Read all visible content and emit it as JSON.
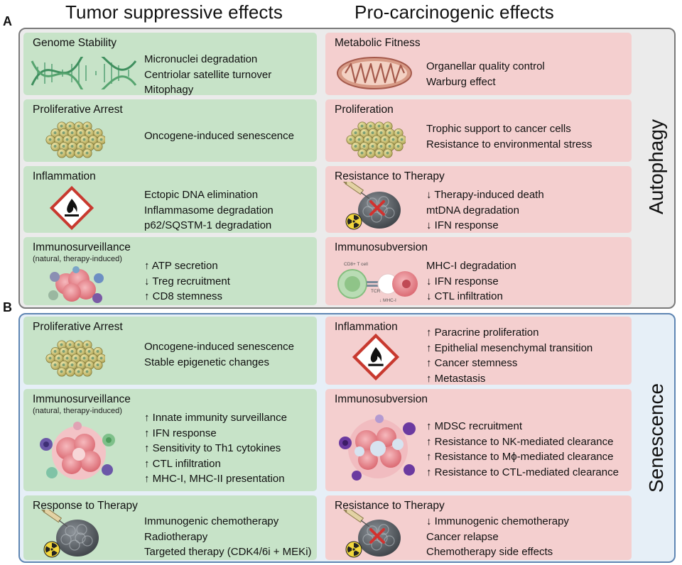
{
  "headers": {
    "left": "Tumor suppressive effects",
    "right": "Pro-carcinogenic effects"
  },
  "sections": {
    "a": {
      "letter": "A",
      "side_label": "Autophagy",
      "panels": [
        {
          "title": "Genome Stability",
          "items": [
            "Micronuclei degradation",
            "Centriolar satellite turnover",
            "Mitophagy"
          ]
        },
        {
          "title": "Metabolic Fitness",
          "items": [
            "Organellar quality control",
            "Warburg effect"
          ]
        },
        {
          "title": "Proliferative Arrest",
          "items": [
            "Oncogene-induced senescence"
          ]
        },
        {
          "title": "Proliferation",
          "items": [
            "Trophic support to cancer cells",
            "Resistance to  environmental stress"
          ]
        },
        {
          "title": "Inflammation",
          "items": [
            "Ectopic DNA elimination",
            "Inflammasome degradation",
            "p62/SQSTM-1 degradation"
          ]
        },
        {
          "title": "Resistance to Therapy",
          "items": [
            "↓ Therapy-induced death",
            "mtDNA degradation",
            "↓ IFN response"
          ]
        },
        {
          "title": "Immunosurveillance",
          "subtitle": "(natural, therapy-induced)",
          "items": [
            "↑ ATP secretion",
            "↓ Treg recruitment",
            "↑ CD8 stemness"
          ]
        },
        {
          "title": "Immunosubversion",
          "items": [
            "MHC-I degradation",
            "↓ IFN response",
            "↓ CTL infiltration"
          ],
          "art_labels": {
            "cell": "CD8+ T cell",
            "tcr": "TCR",
            "mhc": "↓ MHC-I"
          }
        }
      ]
    },
    "b": {
      "letter": "B",
      "side_label": "Senescence",
      "panels": [
        {
          "title": "Proliferative Arrest",
          "items": [
            "Oncogene-induced senescence",
            "Stable epigenetic changes"
          ]
        },
        {
          "title": "Inflammation",
          "items": [
            "↑ Paracrine proliferation",
            "↑ Epithelial mesenchymal transition",
            "↑ Cancer stemness",
            "↑ Metastasis"
          ]
        },
        {
          "title": "Immunosurveillance",
          "subtitle": "(natural, therapy-induced)",
          "items": [
            "↑ Innate immunity surveillance",
            "↑ IFN response",
            "↑ Sensitivity to Th1 cytokines",
            "↑ CTL infiltration",
            "↑ MHC-I, MHC-II presentation"
          ]
        },
        {
          "title": "Immunosubversion",
          "items": [
            "↑ MDSC recruitment",
            "↑ Resistance to NK-mediated clearance",
            "↑ Resistance to Mϕ-mediated clearance",
            "↑ Resistance to CTL-mediated clearance"
          ]
        },
        {
          "title": "Response to Therapy",
          "items": [
            "Immunogenic chemotherapy",
            "Radiotherapy",
            "Targeted therapy (CDK4/6i + MEKi)"
          ]
        },
        {
          "title": "Resistance to Therapy",
          "items": [
            "↓ Immunogenic chemotherapy",
            "Cancer relapse",
            "Chemotherapy side effects"
          ]
        }
      ]
    }
  },
  "colors": {
    "suppressive_panel": "#c7e3c8",
    "carcinogenic_panel": "#f4cfcf",
    "autophagy_border": "#7a7a7a",
    "senescence_border": "#5f86b3",
    "hazard_red": "#c8392f"
  },
  "icons": [
    "dna-helix-icon",
    "mitochondrion-icon",
    "cell-cluster-icon",
    "flame-hazard-icon",
    "tumor-syringe-radiation-icon",
    "immune-cells-icon",
    "tcell-interaction-icon"
  ]
}
